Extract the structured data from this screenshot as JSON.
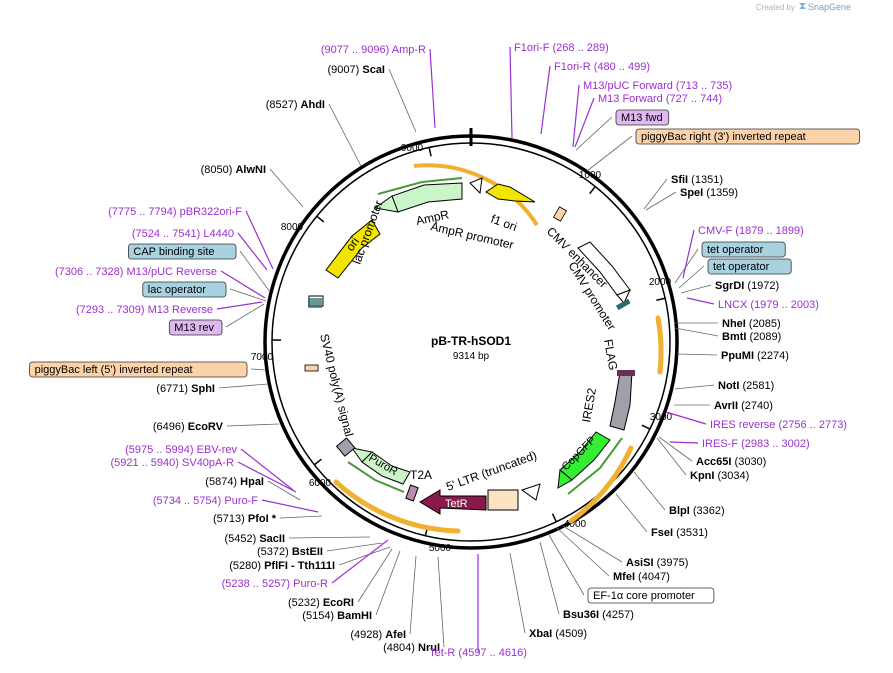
{
  "header": {
    "created_by": "Created by",
    "brand": "SnapGene",
    "logo_icon": "snapgene-logo-icon"
  },
  "plasmid": {
    "name": "pB-TR-hSOD1",
    "length_label": "9314 bp",
    "total_bp": 9314
  },
  "colors": {
    "primer": "#9b30d0",
    "site": "#000000",
    "ruler": "#000000",
    "ampR": "#c9f5c9",
    "ori": "#f3e500",
    "f1ori": "#f3e500",
    "cmv_enhancer": "#ffffff",
    "cmv_promoter": "#ffffff",
    "flag": "#6a2d5a",
    "ires2": "#a0a0a8",
    "copgfp": "#33ee33",
    "ef1a": "#ffffff",
    "tetr": "#8a1a4a",
    "ltr": "#fde3c2",
    "purop": "#c9f5c9",
    "t2a": "#c08ab0",
    "sv40": "#a0a0a8",
    "lac_promoter": "#ffffff",
    "misc_orange": "#fcd2a9",
    "misc_blue": "#a9d2e0",
    "misc_purple": "#e0b8f0",
    "orf_band": "#f0b030"
  },
  "ruler_ticks": [
    "1000",
    "2000",
    "3000",
    "4000",
    "5000",
    "6000",
    "7000",
    "8000",
    "9000"
  ],
  "features": [
    {
      "name": "f1 ori"
    },
    {
      "name": "AmpR"
    },
    {
      "name": "AmpR promoter"
    },
    {
      "name": "ori"
    },
    {
      "name": "lac promoter"
    },
    {
      "name": "CMV enhancer"
    },
    {
      "name": "CMV promoter"
    },
    {
      "name": "FLAG"
    },
    {
      "name": "IRES2"
    },
    {
      "name": "CopGFP"
    },
    {
      "name": "5' LTR (truncated)"
    },
    {
      "name": "TetR"
    },
    {
      "name": "T2A"
    },
    {
      "name": "PuroR"
    },
    {
      "name": "SV40 poly(A) signal"
    }
  ],
  "annotations": [
    {
      "id": "ampr-primer",
      "range": "(9077 .. 9096)",
      "name": "Amp-R",
      "kind": "primer"
    },
    {
      "id": "scai",
      "range": "(9007)",
      "name": "ScaI",
      "kind": "site"
    },
    {
      "id": "ahdi",
      "range": "(8527)",
      "name": "AhdI",
      "kind": "site"
    },
    {
      "id": "alwni",
      "range": "(8050)",
      "name": "AlwNI",
      "kind": "site"
    },
    {
      "id": "pbr322ori-f",
      "range": "(7775 .. 7794)",
      "name": "pBR322ori-F",
      "kind": "primer"
    },
    {
      "id": "l4440",
      "range": "(7524 .. 7541)",
      "name": "L4440",
      "kind": "primer"
    },
    {
      "id": "cap-binding-site",
      "range": "",
      "name": "CAP binding site",
      "kind": "boxblue"
    },
    {
      "id": "m13-puc-reverse",
      "range": "(7306 .. 7328)",
      "name": "M13/pUC Reverse",
      "kind": "primer"
    },
    {
      "id": "lac-operator",
      "range": "",
      "name": "lac operator",
      "kind": "boxblue"
    },
    {
      "id": "m13-reverse",
      "range": "(7293 .. 7309)",
      "name": "M13 Reverse",
      "kind": "primer"
    },
    {
      "id": "m13-rev",
      "range": "",
      "name": "M13 rev",
      "kind": "boxpurple"
    },
    {
      "id": "piggybac-left",
      "range": "",
      "name": "piggyBac left (5') inverted repeat",
      "kind": "boxorange"
    },
    {
      "id": "sphi",
      "range": "(6771)",
      "name": "SphI",
      "kind": "site"
    },
    {
      "id": "ecorv",
      "range": "(6496)",
      "name": "EcoRV",
      "kind": "site"
    },
    {
      "id": "ebv-rev",
      "range": "(5975 .. 5994)",
      "name": "EBV-rev",
      "kind": "primer"
    },
    {
      "id": "sv40pa-r",
      "range": "(5921 .. 5940)",
      "name": "SV40pA-R",
      "kind": "primer"
    },
    {
      "id": "hpai",
      "range": "(5874)",
      "name": "HpaI",
      "kind": "site"
    },
    {
      "id": "puro-f",
      "range": "(5734 .. 5754)",
      "name": "Puro-F",
      "kind": "primer"
    },
    {
      "id": "pfoi",
      "range": "(5713)",
      "name": "PfoI *",
      "kind": "site"
    },
    {
      "id": "sacii",
      "range": "(5452)",
      "name": "SacII",
      "kind": "site"
    },
    {
      "id": "bsteii",
      "range": "(5372)",
      "name": "BstEII",
      "kind": "site"
    },
    {
      "id": "pflfi",
      "range": "(5280)",
      "name": "PflFI  - Tth111I",
      "kind": "site"
    },
    {
      "id": "puro-r",
      "range": "(5238 .. 5257)",
      "name": "Puro-R",
      "kind": "primer"
    },
    {
      "id": "ecori",
      "range": "(5232)",
      "name": "EcoRI",
      "kind": "site"
    },
    {
      "id": "bamhi",
      "range": "(5154)",
      "name": "BamHI",
      "kind": "site"
    },
    {
      "id": "afei",
      "range": "(4928)",
      "name": "AfeI",
      "kind": "site"
    },
    {
      "id": "nrui",
      "range": "(4804)",
      "name": "NruI",
      "kind": "site"
    },
    {
      "id": "tet-r",
      "range": "(4597 .. 4616)",
      "name": "Tet-R",
      "kind": "primer"
    },
    {
      "id": "xbai",
      "range": "(4509)",
      "name": "XbaI",
      "kind": "site"
    },
    {
      "id": "bsu36i",
      "range": "(4257)",
      "name": "Bsu36I",
      "kind": "site"
    },
    {
      "id": "ef1a-core",
      "range": "",
      "name": "EF-1α core promoter",
      "kind": "boxwhite"
    },
    {
      "id": "mfei",
      "range": "(4047)",
      "name": "MfeI",
      "kind": "site"
    },
    {
      "id": "asisi",
      "range": "(3975)",
      "name": "AsiSI",
      "kind": "site"
    },
    {
      "id": "fsei",
      "range": "(3531)",
      "name": "FseI",
      "kind": "site"
    },
    {
      "id": "blpi",
      "range": "(3362)",
      "name": "BlpI",
      "kind": "site"
    },
    {
      "id": "kpni",
      "range": "(3034)",
      "name": "KpnI",
      "kind": "site"
    },
    {
      "id": "acc65i",
      "range": "(3030)",
      "name": "Acc65I",
      "kind": "site"
    },
    {
      "id": "ires-f",
      "range": "(2983 .. 3002)",
      "name": "IRES-F",
      "kind": "primer"
    },
    {
      "id": "ires-reverse",
      "range": "(2756 .. 2773)",
      "name": "IRES reverse",
      "kind": "primer"
    },
    {
      "id": "avrii",
      "range": "(2740)",
      "name": "AvrII",
      "kind": "site"
    },
    {
      "id": "noti",
      "range": "(2581)",
      "name": "NotI",
      "kind": "site"
    },
    {
      "id": "ppumi",
      "range": "(2274)",
      "name": "PpuMI",
      "kind": "site"
    },
    {
      "id": "bmti",
      "range": "(2089)",
      "name": "BmtI",
      "kind": "site"
    },
    {
      "id": "nhei",
      "range": "(2085)",
      "name": "NheI",
      "kind": "site"
    },
    {
      "id": "lncx",
      "range": "(1979 .. 2003)",
      "name": "LNCX",
      "kind": "primer"
    },
    {
      "id": "sgrdi",
      "range": "(1972)",
      "name": "SgrDI",
      "kind": "site"
    },
    {
      "id": "tet-operator-2",
      "range": "",
      "name": "tet operator",
      "kind": "boxblue"
    },
    {
      "id": "tet-operator-1",
      "range": "",
      "name": "tet operator",
      "kind": "boxblue"
    },
    {
      "id": "cmv-f",
      "range": "(1879 .. 1899)",
      "name": "CMV-F",
      "kind": "primer"
    },
    {
      "id": "spei",
      "range": "(1359)",
      "name": "SpeI",
      "kind": "site"
    },
    {
      "id": "sfii",
      "range": "(1351)",
      "name": "SfiI",
      "kind": "site"
    },
    {
      "id": "piggybac-right",
      "range": "",
      "name": "piggyBac right (3') inverted repeat",
      "kind": "boxorange"
    },
    {
      "id": "m13-fwd",
      "range": "",
      "name": "M13 fwd",
      "kind": "boxpurple"
    },
    {
      "id": "m13-forward",
      "range": "(727 .. 744)",
      "name": "M13 Forward",
      "kind": "primer"
    },
    {
      "id": "m13-puc-forward",
      "range": "(713 .. 735)",
      "name": "M13/pUC Forward",
      "kind": "primer"
    },
    {
      "id": "f1ori-r",
      "range": "(480 .. 499)",
      "name": "F1ori-R",
      "kind": "primer"
    },
    {
      "id": "f1ori-f",
      "range": "(268 .. 289)",
      "name": "F1ori-F",
      "kind": "primer"
    }
  ]
}
